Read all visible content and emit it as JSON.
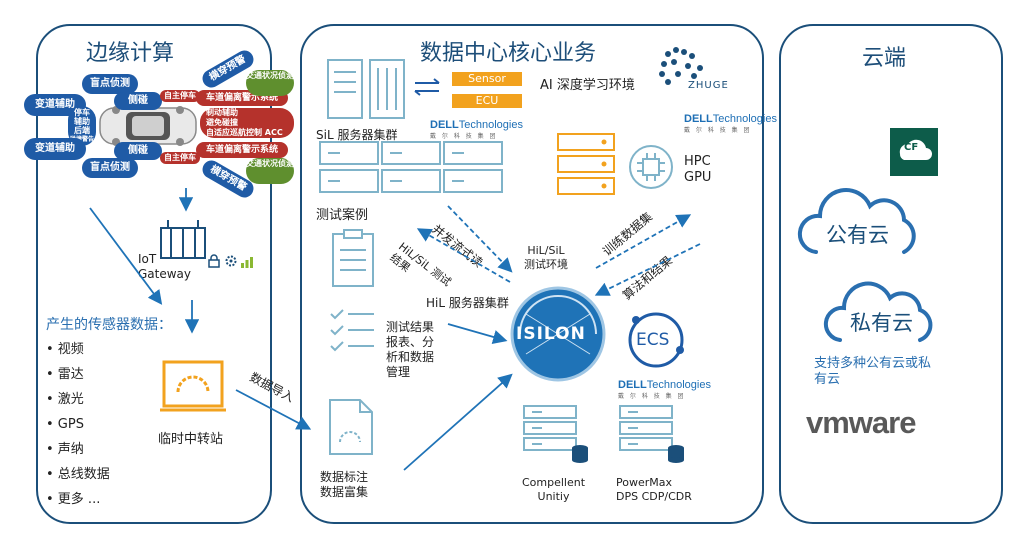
{
  "panels": {
    "edge": {
      "title": "边缘计算"
    },
    "core": {
      "title": "数据中心核心业务"
    },
    "cloud": {
      "title": "云端"
    }
  },
  "edge": {
    "car_labels": {
      "lane_assist_top": "变道辅助",
      "blind_spot_top": "盲点侦测",
      "side_top": "侧碰",
      "auto_park_top": "自主停车",
      "lane_warn_top": "车道偏离警示系统",
      "cross_warn_top": "横穿预警",
      "traffic_top": "交通状况侦测",
      "brake_group": [
        "制动辅助",
        "避免碰撞",
        "自适应巡航控制 ACC"
      ],
      "front_group": [
        "停车",
        "辅助",
        "后端",
        "碰撞警告"
      ],
      "lane_assist_bottom": "变道辅助",
      "blind_spot_bottom": "盲点侦测",
      "side_bottom": "侧碰",
      "auto_park_bottom": "自主停车",
      "lane_warn_bottom": "车道偏离警示系统",
      "cross_warn_bottom": "横穿预警",
      "traffic_bottom": "交通状况侦测"
    },
    "iot_gateway": "IoT\nGateway",
    "sensor_title": "产生的传感器数据：",
    "sensor_items": [
      "• 视频",
      "• 雷达",
      "• 激光",
      "• GPS",
      "• 声纳",
      "• 总线数据",
      "• 更多 ..."
    ],
    "transfer_station": "临时中转站",
    "data_import": "数据导入"
  },
  "core": {
    "sil_cluster": "SiL 服务器集群",
    "sensor_bar": "Sensor",
    "ecu_bar": "ECU",
    "ai_env": "AI 深度学习环境",
    "zhuge": "ZHUGE",
    "dell_brand": "DELL",
    "dell_tech": "Technologies",
    "dell_cn": "戴 尔 科 技 集 团",
    "hpc_gpu": "HPC\nGPU",
    "test_cases": "测试案例",
    "parallel_read": "并发流式读",
    "hil_sil_result": "HiL/SiL 测试\n结果",
    "hil_sil_env": "HiL/SiL\n测试环境",
    "train_data": "训练数据集",
    "algo_result": "算法和结果",
    "hil_cluster": "HiL 服务器集群",
    "isilon": "ISILON",
    "ecs": "ECS",
    "test_results": "测试结果\n报表、分\n析和数据\n管理",
    "annotation": "数据标注\n数据富集",
    "compellent": "Compellent\nUnitiy",
    "powermax": "PowerMax\nDPS CDP/CDR"
  },
  "cloud": {
    "cf": "CF",
    "public_cloud": "公有云",
    "private_cloud": "私有云",
    "multi_cloud": "支持多种公有云或私\n有云",
    "vmware": "vmware"
  }
}
